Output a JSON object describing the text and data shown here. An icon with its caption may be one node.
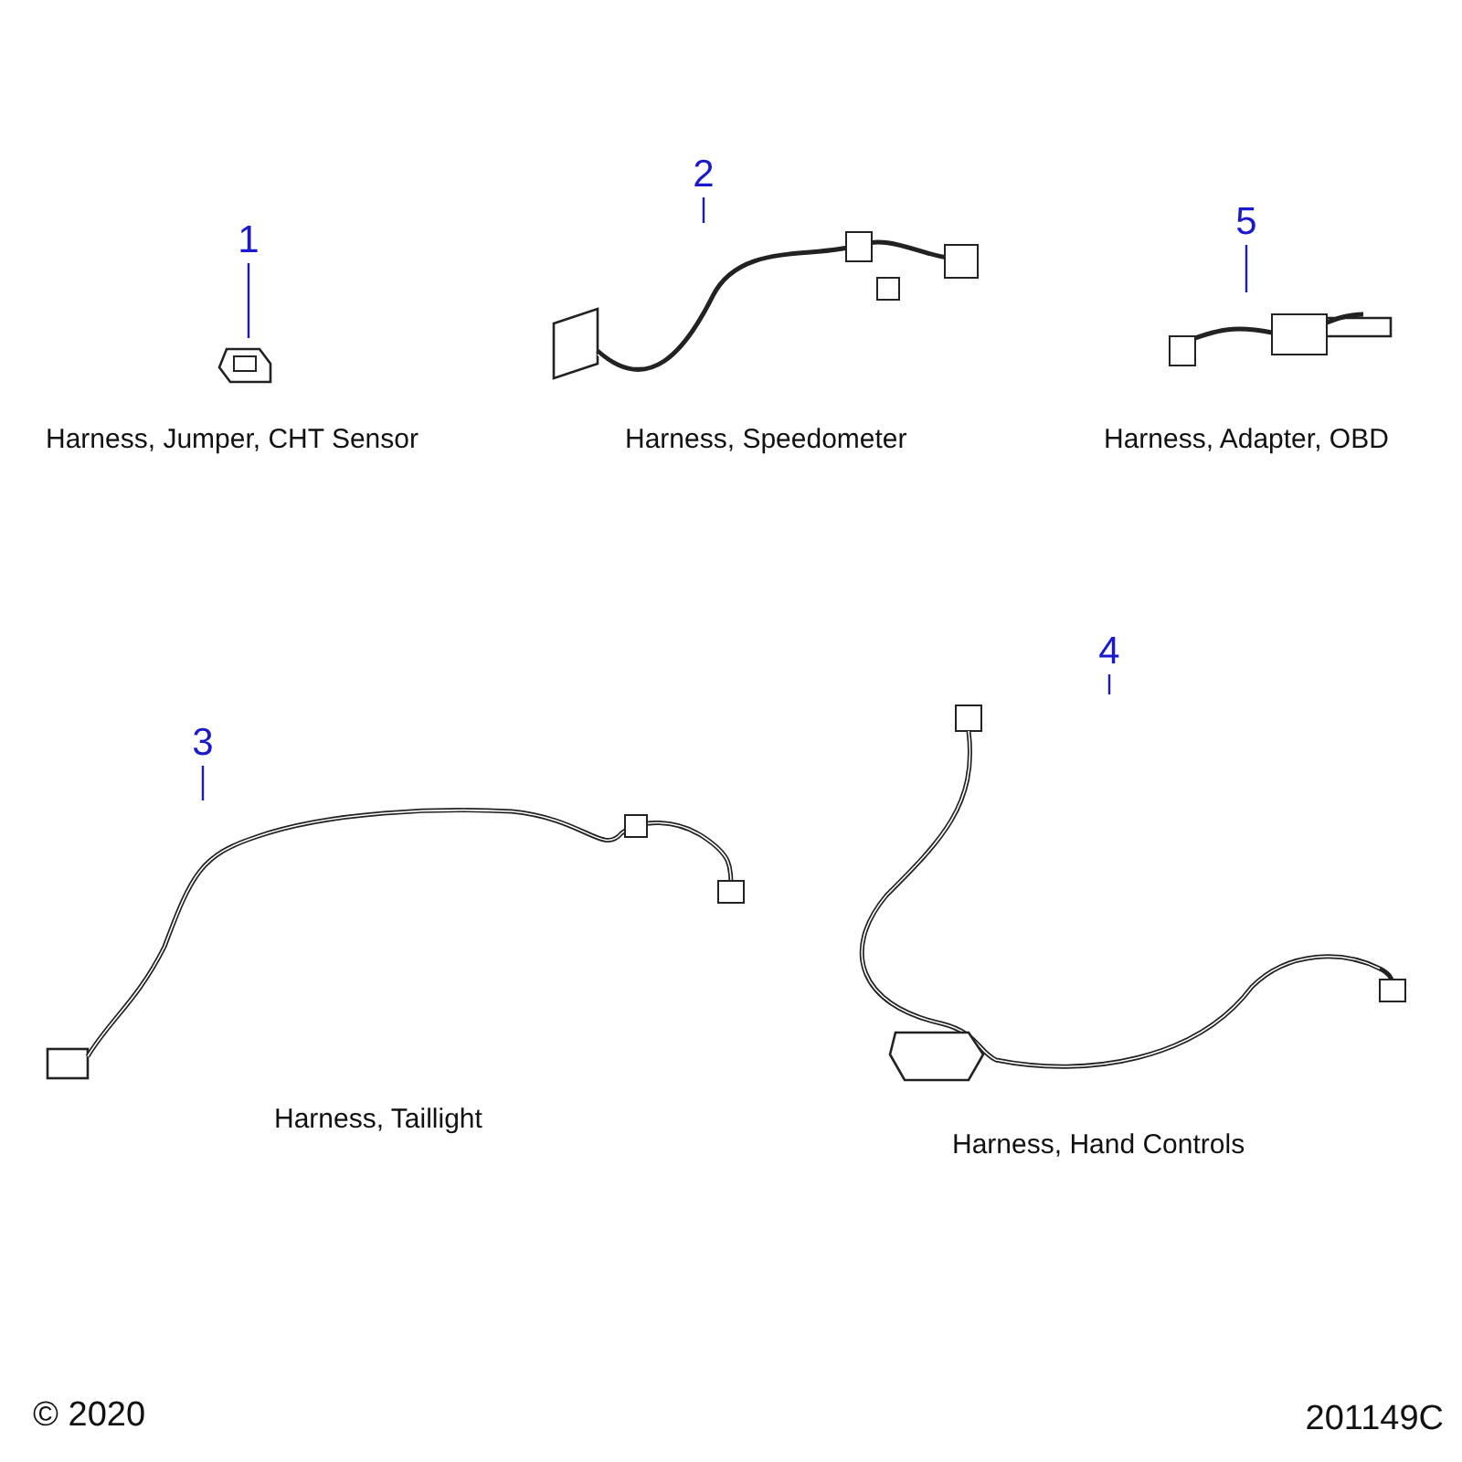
{
  "diagram": {
    "nodes": [
      {
        "text": [
          "1"
        ]
      },
      {
        "text": [],
        "shape": "picture",
        "beside": [
          "Harness, Jumper, CHT Sensor"
        ]
      },
      {
        "text": [
          "2"
        ]
      },
      {
        "text": [],
        "shape": "picture",
        "beside": [
          "Harness, Speedometer"
        ]
      },
      {
        "text": [
          "5"
        ]
      },
      {
        "text": [],
        "shape": "picture",
        "beside": [
          "Harness, Adapter, OBD"
        ]
      },
      {
        "text": [
          "3"
        ]
      },
      {
        "text": [],
        "shape": "picture",
        "beside": [
          "Harness, Taillight"
        ]
      },
      {
        "text": [
          "4"
        ]
      },
      {
        "text": [],
        "shape": "picture",
        "beside": [
          "Harness, Hand Controls"
        ]
      }
    ],
    "edges": [
      {
        "from": 0,
        "to": 1,
        "arrow": "none"
      },
      {
        "from": 2,
        "to": 3,
        "arrow": "none"
      },
      {
        "from": 4,
        "to": 5,
        "arrow": "none"
      },
      {
        "from": 6,
        "to": 7,
        "arrow": "none"
      },
      {
        "from": 8,
        "to": 9,
        "arrow": "none"
      }
    ],
    "labels": [
      "© 2020",
      "201149C"
    ]
  }
}
